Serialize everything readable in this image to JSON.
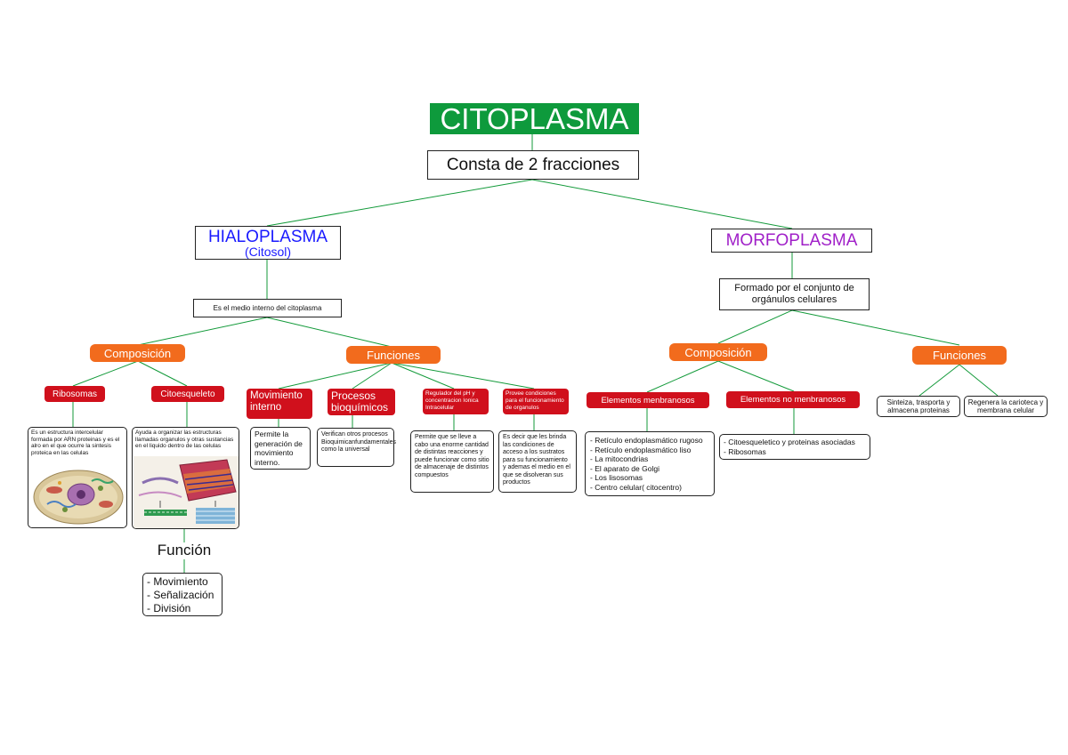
{
  "colors": {
    "title_bg": "#0e9a3c",
    "line": "#139a3a",
    "orange": "#f26b1d",
    "red": "#d0101c",
    "hialo_text": "#1a1aff",
    "morfo_text": "#a020c8"
  },
  "title": "CITOPLASMA",
  "fractions": "Consta de 2 fracciones",
  "hialoplasma": {
    "title": "HIALOPLASMA",
    "subtitle": "(Citosol)",
    "description": "Es el medio interno del citoplasma",
    "composicion": {
      "label": "Composición",
      "ribosomas": {
        "label": "Ribosomas",
        "text": "Es un estructura intercelular formada por ARN proteinas y es el alro en el que ocurre la sintesis proteica en las celulas"
      },
      "citoesqueleto": {
        "label": "Citoesqueleto",
        "text": "Ayuda a organizar las estructuras llamadas organulos y otras sustancias en el liquido dentro de las celulas",
        "funcion": {
          "label": "Función",
          "items": [
            "- Movimiento",
            "- Señalización",
            "- División"
          ]
        }
      }
    },
    "funciones": {
      "label": "Funciones",
      "items": [
        {
          "label": "Movimiento interno",
          "text": "Permite la generación de movimiento interno."
        },
        {
          "label": "Procesos bioquímicos",
          "text": "Verifican otros procesos Bioquimicanfundamentales como la universal"
        },
        {
          "label": "Regulador del pH y concentracion Ionica Intracelular",
          "text": "Permite que se lleve a cabo una enorme cantidad de distintas reacciones y puede funcionar como sitio de almacenaje de distintos compuestos"
        },
        {
          "label": "Provee condiciones para el funcionamiento de organulos",
          "text": "Es decir que les brinda las condiciones de acceso a los sustratos para su funcionamiento y ademas el medio en el que se disolveran sus productos"
        }
      ]
    }
  },
  "morfoplasma": {
    "title": "MORFOPLASMA",
    "description": "Formado por el conjunto de orgánulos celulares",
    "composicion": {
      "label": "Composición",
      "membranosos": {
        "label": "Elementos menbranosos",
        "items": [
          "- Retículo endoplasmático rugoso",
          "- Retículo endoplasmático liso",
          "- La mitocondrias",
          "- El aparato de Golgi",
          "- Los lisosomas",
          "- Centro celular( citocentro)"
        ]
      },
      "no_membranosos": {
        "label": "Elementos no menbranosos",
        "items": [
          "- Citoesqueletico y proteinas asociadas",
          "- Ribosomas"
        ]
      }
    },
    "funciones": {
      "label": "Funciones",
      "items": [
        "Sinteiza, trasporta y almacena proteinas",
        "Regenera la carioteca y membrana celular"
      ]
    }
  }
}
